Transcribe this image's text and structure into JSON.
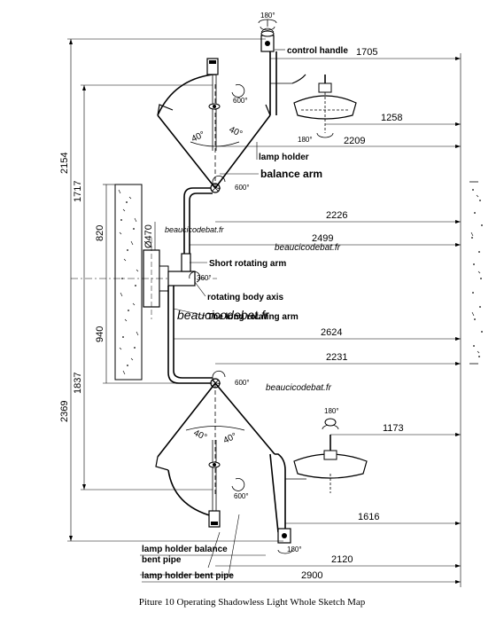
{
  "caption": "Piture 10    Operating Shadowless Light Whole Sketch Map",
  "dimensions": {
    "d1705": "1705",
    "d1258": "1258",
    "d2209": "2209",
    "d2226": "2226",
    "d2499": "2499",
    "d2624": "2624",
    "d2231": "2231",
    "d1173": "1173",
    "d1616": "1616",
    "d2120": "2120",
    "d2900": "2900",
    "d2154": "2154",
    "d1717": "1717",
    "d820": "820",
    "d470": "Ø470",
    "d940": "940",
    "d1837": "1837",
    "d2369": "2369"
  },
  "labels": {
    "control_handle": "control handle",
    "lamp_holder": "lamp holder",
    "balance_arm": "balance arm",
    "short_rotating_arm": "Short rotating arm",
    "rotating_body_axis": "rotating body axis",
    "long_rotating_arm": "The long rotating arm",
    "lamp_holder_balance_bent_pipe_1": "lamp holder balance",
    "lamp_holder_balance_bent_pipe_2": "bent pipe",
    "lamp_holder_bent_pipe": "lamp holder bent pipe"
  },
  "angles": {
    "a180_top": "180°",
    "a600_top_lamp": "600°",
    "a40_top_left": "40°",
    "a40_top_right": "40°",
    "a180_top_right": "180°",
    "a600_joint_top": "600°",
    "a360": "360°",
    "a600_joint_bottom": "600°",
    "a40_bottom_left": "40°",
    "a40_bottom_right": "40°",
    "a180_bottom_right_top": "180°",
    "a600_bottom_lamp": "600°",
    "a180_bottom": "180°"
  },
  "watermarks": [
    "beaucicodebat.fr",
    "beaucicodebat.fr",
    "beaucicodebat.fr",
    "beaucicodebat.fr"
  ]
}
